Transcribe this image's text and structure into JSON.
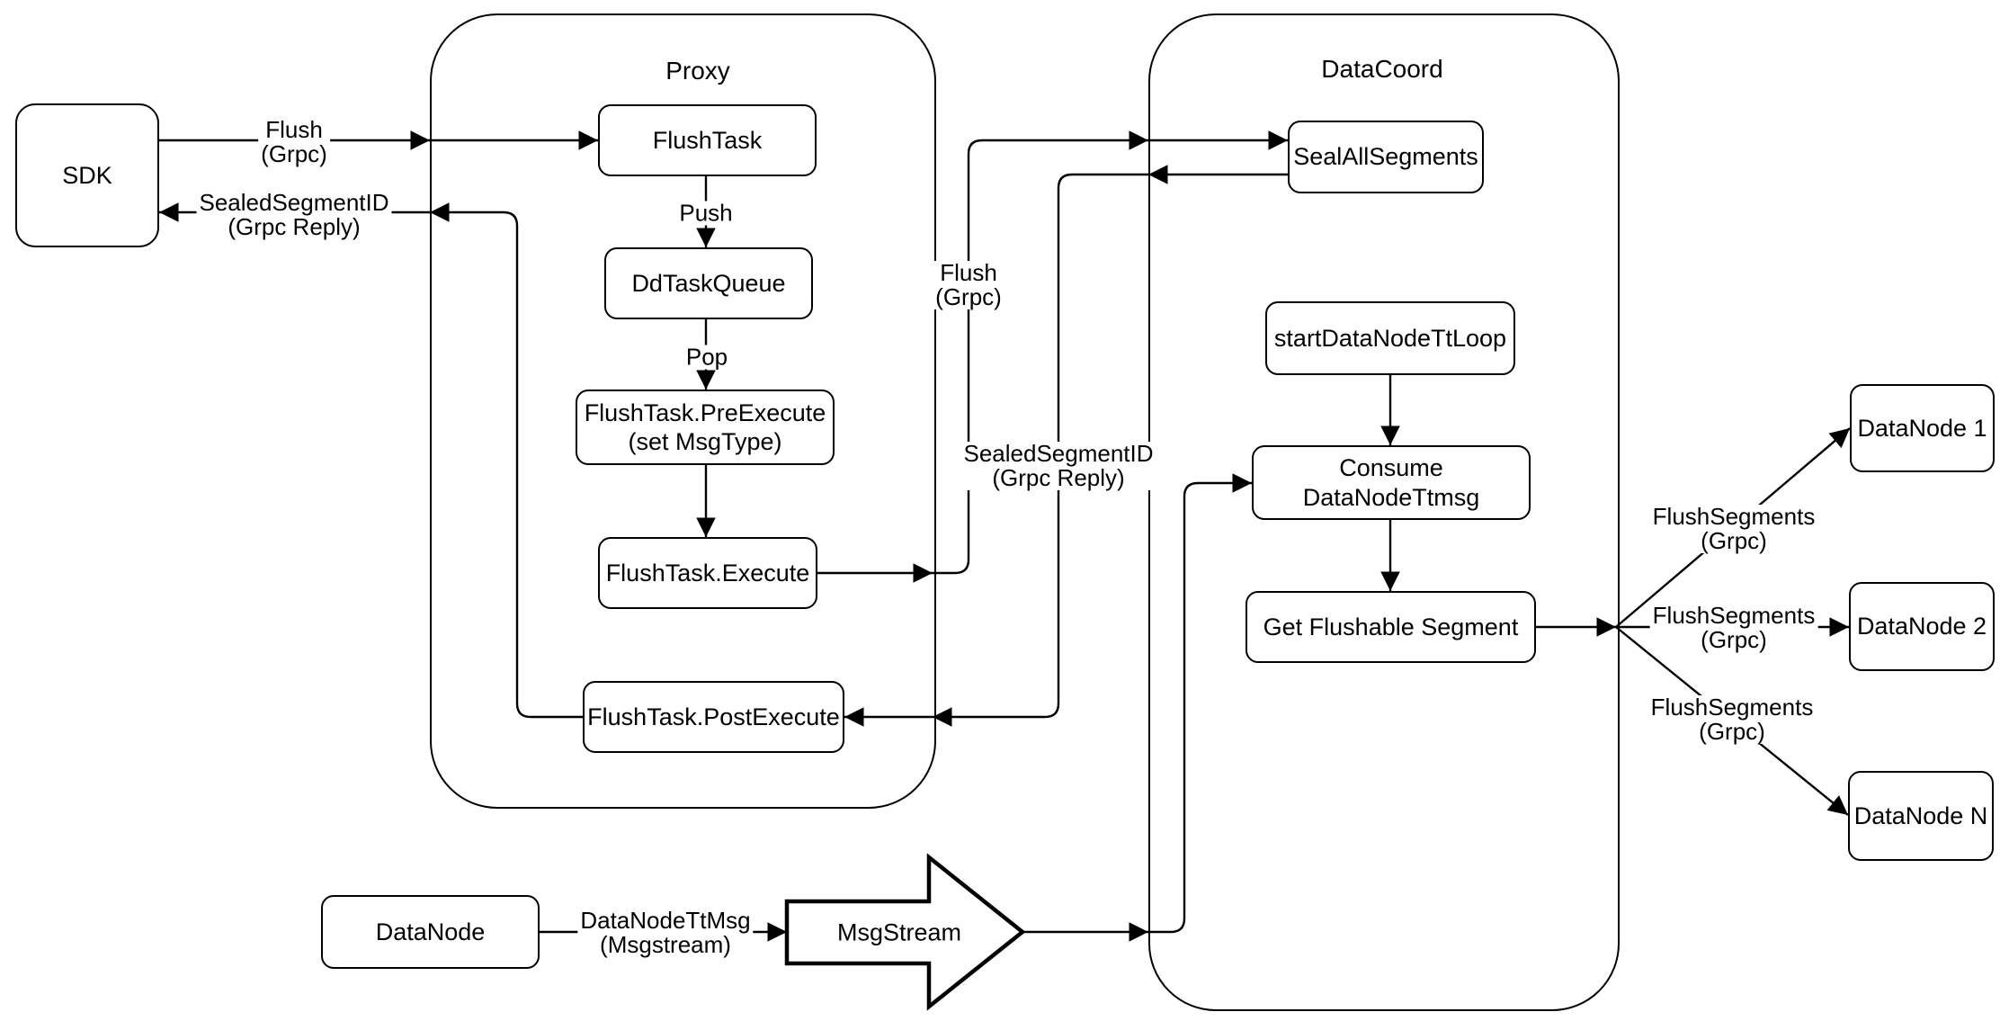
{
  "containers": {
    "proxy": {
      "label": "Proxy"
    },
    "datacoord": {
      "label": "DataCoord"
    }
  },
  "nodes": {
    "sdk": {
      "label": "SDK"
    },
    "flushtask": {
      "label": "FlushTask"
    },
    "ddtaskqueue": {
      "label": "DdTaskQueue"
    },
    "preexecute": {
      "label": "FlushTask.PreExecute",
      "sublabel": "(set MsgType)"
    },
    "execute": {
      "label": "FlushTask.Execute"
    },
    "postexecute": {
      "label": "FlushTask.PostExecute"
    },
    "sealallsegments": {
      "label": "SealAllSegments"
    },
    "startdatanodettloop": {
      "label": "startDataNodeTtLoop"
    },
    "consumedatanodettmsg": {
      "label": "Consume DataNodeTtmsg"
    },
    "getflushablesegment": {
      "label": "Get Flushable Segment"
    },
    "datanode1": {
      "label": "DataNode 1"
    },
    "datanode2": {
      "label": "DataNode 2"
    },
    "datanoden": {
      "label": "DataNode N"
    },
    "datanode": {
      "label": "DataNode"
    },
    "msgstream": {
      "label": "MsgStream"
    }
  },
  "edge_labels": {
    "flush_sdk": {
      "line1": "Flush",
      "line2": "(Grpc)"
    },
    "sealed_sdk": {
      "line1": "SealedSegmentID",
      "line2": "(Grpc Reply)"
    },
    "push": {
      "line1": "Push"
    },
    "pop": {
      "line1": "Pop"
    },
    "flush_mid": {
      "line1": "Flush",
      "line2": "(Grpc)"
    },
    "sealed_mid": {
      "line1": "SealedSegmentID",
      "line2": "(Grpc Reply)"
    },
    "flushsegments_1": {
      "line1": "FlushSegments",
      "line2": "(Grpc)"
    },
    "flushsegments_2": {
      "line1": "FlushSegments",
      "line2": "(Grpc)"
    },
    "flushsegments_3": {
      "line1": "FlushSegments",
      "line2": "(Grpc)"
    },
    "datanodettmsg": {
      "line1": "DataNodeTtMsg",
      "line2": "(Msgstream)"
    }
  },
  "colors": {
    "stroke": "#000000",
    "background": "#ffffff",
    "text": "#000000"
  }
}
